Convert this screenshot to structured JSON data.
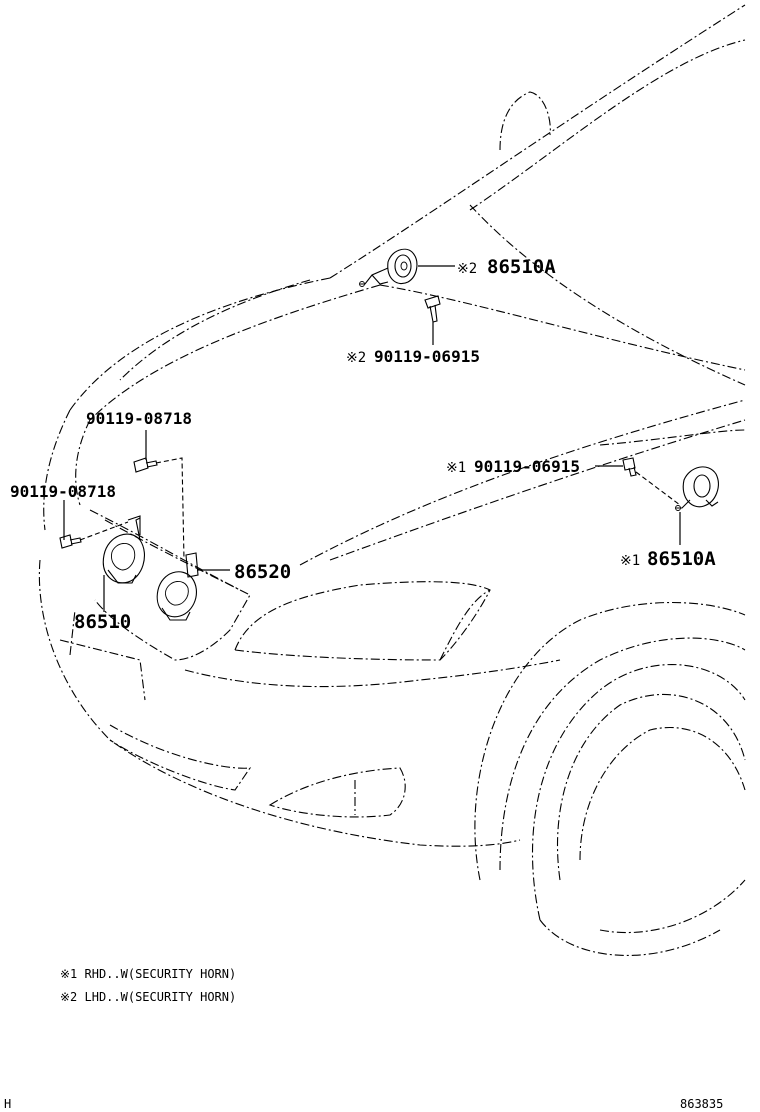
{
  "callouts": {
    "horn_a_upper": {
      "mark": "※2",
      "part": "86510A"
    },
    "bolt_upper": {
      "mark": "※2",
      "part": "90119-06915"
    },
    "bolt_left_top": {
      "part": "90119-08718"
    },
    "bolt_left_bottom": {
      "part": "90119-08718"
    },
    "bracket": {
      "part": "86520"
    },
    "horn_main": {
      "part": "86510"
    },
    "bolt_right": {
      "mark": "※1",
      "part": "90119-06915"
    },
    "horn_a_right": {
      "mark": "※1",
      "part": "86510A"
    }
  },
  "notes": [
    "※1 RHD..W(SECURITY HORN)",
    "※2 LHD..W(SECURITY HORN)"
  ],
  "corner": {
    "left": "H",
    "right": "863835"
  }
}
